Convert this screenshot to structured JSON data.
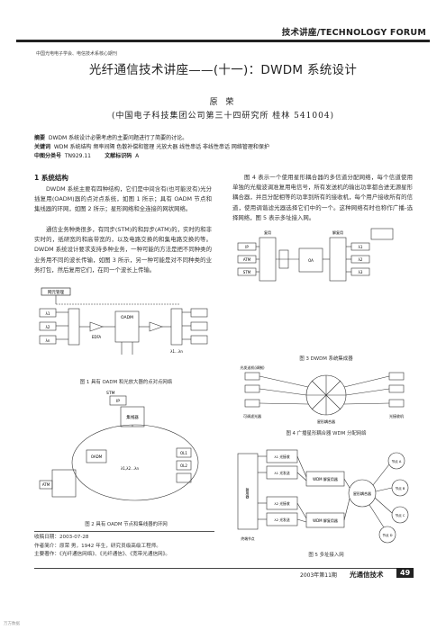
{
  "header": {
    "running_title": "技术讲座/TECHNOLOGY FORUM",
    "journal_line": "中国光电电子学会、电信技术系核心期刊"
  },
  "article": {
    "title": "光纤通信技术讲座——(十一)：DWDM 系统设计",
    "author": "原 荣",
    "affiliation": "(中国电子科技集团公司第三十四研究所 桂林 541004)",
    "abstract_label": "摘要",
    "abstract_text": "DWDM 系统设计必需考虑的主要问题进行了简要的讨论。",
    "keywords_label": "关键词",
    "keywords_text": "WDM 系统结构  频率间隔  色散补偿和管理  光放大器  线性串话  非线性串话  网络管理和保护",
    "classification_label": "中图分类号",
    "classification_value": "TN929.11",
    "doc_code_label": "文献标识码",
    "doc_code_value": "A"
  },
  "section1": {
    "heading": "1 系统结构",
    "para1": "DWDM 系统主要有四种结构，它们是中间含有(也可能没有)光分插复用(OADM)器的点对点系统，如图 1 所示；具有 OADM 节点和集线器的环网，如图 2 所示；星形网络和全连接的网状网络。",
    "para2": "通信业务种类很多，有同步(STM)的和异步(ATM)的，实时的和非实时的，纸研宽的和高带宽的，以及电路交换的和集电路交换的等。DWDM 系统设计要求支持多种业务，一种可能的方法是把不同种类的业务用不同的波长传输，如图 3 所示，另一种可能是对不同种类的业务打包，然后复用它们，在同一个波长上传输。",
    "para3": "图 4 表示一个使用星形耦合器的多信道分配网络，每个信道使用单独的光载波调准复用电信号，所有发送机的输出功率都合进无源星形耦合器，并且分配相等的功率到所有的接收机，每个用户接收所有的信道，使用调谐滤光器选择它们中的一个。这种网络有时也称作广播-选择网络，图 5 表示多址接入网。"
  },
  "figures": {
    "fig1": {
      "caption": "图 1  具有 OADM 和光放大器的点对点网络",
      "labels": {
        "mgmt": "网元管理",
        "oadm": "OADM",
        "amp": "EDFA",
        "rx": "λ1…λn",
        "tx_a": "λ1",
        "tx_b": "λ2",
        "tx_c": "λn"
      }
    },
    "fig2": {
      "caption": "图 2  具有 OADM 节点和集线器的环网",
      "labels": {
        "stm": "STM",
        "ip": "IP",
        "hub": "集线器",
        "oadm": "OADM",
        "atm": "ATM",
        "lam": "λ1,λ2…λn",
        "ol1": "OL1",
        "ol2": "OL2"
      }
    },
    "fig3": {
      "caption": "图 3  DWDM 系统集成器",
      "labels": {
        "ip": "IP",
        "atm": "ATM",
        "stm": "STM",
        "mux": "复用",
        "demux": "解复用",
        "l1": "λ1",
        "l2": "λ2",
        "l3": "λ3",
        "amp": "OA"
      }
    },
    "fig4": {
      "caption": "图 4  广播星形耦合器 WDM 分配网络",
      "labels": {
        "tx": "光发送机(调制)",
        "star": "星形耦合器",
        "rx_left": "可调滤光器",
        "rx_right": "光接收机"
      }
    },
    "fig5": {
      "caption": "图 5  多址接入网",
      "labels": {
        "mux": "复用器",
        "wdm_top": "WDM 解复用器",
        "wdm_bot": "WDM 解复用器",
        "star": "星形耦合器",
        "ch1": "λ1 光接收",
        "ch2": "λ1 光发送",
        "ch3": "λ2 光接收",
        "ch4": "λ2 光发送",
        "node_a": "节点 A",
        "node_b": "节点 B",
        "node_c": "节点 C",
        "node_d": "节点 D",
        "end": "终端节点"
      }
    }
  },
  "footnotes": {
    "received": "收稿日期：2003-07-28",
    "author_bio": "作者简介：原荣 男，1942 年生，研究员级高级工程师。",
    "research": "主要著作：《光纤通信网络》、《光纤通信》、《宽带光通信网》。"
  },
  "footer": {
    "issue": "2003年第11期",
    "journal_name": "光通信技术",
    "page_number": "49",
    "watermark": "万方数据"
  }
}
